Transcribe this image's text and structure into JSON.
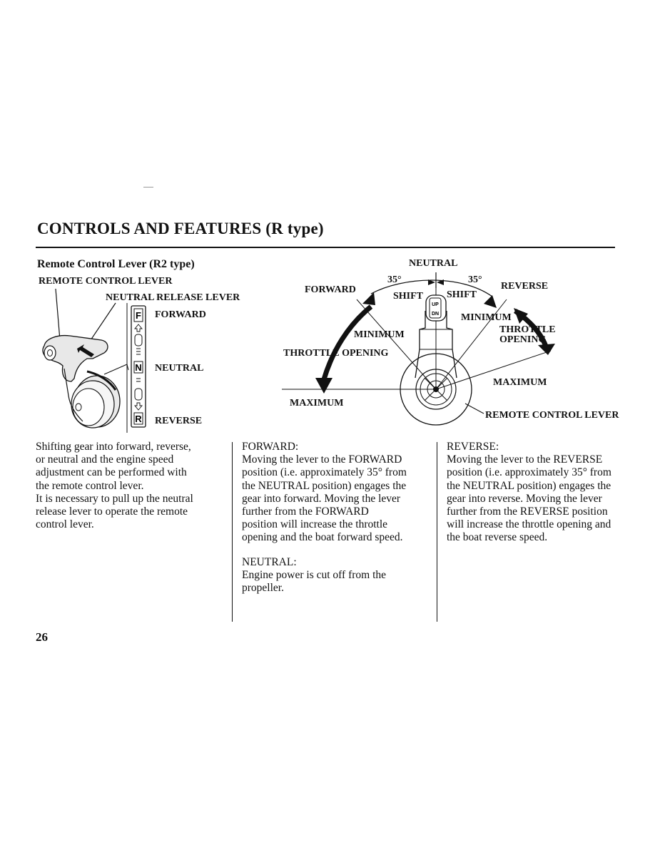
{
  "page_title": "CONTROLS AND FEATURES (R type)",
  "section_title": "Remote Control Lever (R2 type)",
  "left_diagram": {
    "remote_control_lever": "REMOTE CONTROL LEVER",
    "neutral_release_lever": "NEUTRAL RELEASE LEVER",
    "forward": "FORWARD",
    "neutral": "NEUTRAL",
    "reverse": "REVERSE",
    "gate_f": "F",
    "gate_n": "N",
    "gate_r": "R"
  },
  "right_diagram": {
    "neutral": "NEUTRAL",
    "forward": "FORWARD",
    "reverse": "REVERSE",
    "angle_left": "35°",
    "angle_right": "35°",
    "shift_left": "SHIFT",
    "shift_right": "SHIFT",
    "minimum_left": "MINIMUM",
    "minimum_right": "MINIMUM",
    "throttle_opening_left": "THROTTLE OPENING",
    "throttle_right_1": "THROTTLE",
    "throttle_right_2": "OPENING",
    "maximum_left": "MAXIMUM",
    "maximum_right": "MAXIMUM",
    "remote_control_lever": "REMOTE CONTROL LEVER",
    "button_up": "UP",
    "button_dn": "DN"
  },
  "columns": {
    "col1": [
      "Shifting gear into forward, reverse,",
      "or neutral and the engine speed",
      "adjustment can be performed with",
      "the remote control lever.",
      "It is necessary to pull up the neutral",
      "release lever to operate the remote",
      "control lever."
    ],
    "col2_heading": "FORWARD:",
    "col2": [
      "Moving the lever to the FORWARD",
      "position (i.e. approximately 35° from",
      "the NEUTRAL position) engages the",
      "gear into forward. Moving the lever",
      "further from the FORWARD",
      "position will increase the throttle",
      "opening and the boat forward speed."
    ],
    "col2b_heading": "NEUTRAL:",
    "col2b": [
      "Engine power is cut off from the",
      "propeller."
    ],
    "col3_heading": "REVERSE:",
    "col3": [
      "Moving the lever to the REVERSE",
      "position (i.e. approximately 35° from",
      "the NEUTRAL position) engages the",
      "gear into reverse. Moving the lever",
      "further from the REVERSE position",
      "will increase the throttle opening and",
      "the boat reverse speed."
    ]
  },
  "page_number": "26"
}
